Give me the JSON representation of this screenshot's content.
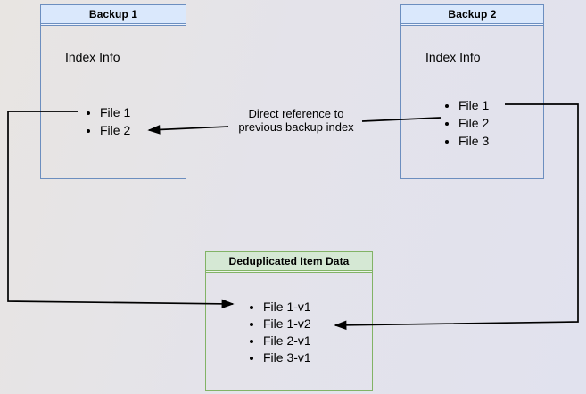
{
  "backup1": {
    "title": "Backup 1",
    "subtitle": "Index Info",
    "items": [
      "File 1",
      "File 2"
    ]
  },
  "backup2": {
    "title": "Backup 2",
    "subtitle": "Index Info",
    "items": [
      "File 1",
      "File 2",
      "File 3"
    ]
  },
  "dedup": {
    "title": "Deduplicated Item Data",
    "items": [
      "File 1-v1",
      "File 1-v2",
      "File 2-v1",
      "File 3-v1"
    ]
  },
  "annotation": {
    "line1": "Direct reference to",
    "line2": "previous backup index"
  },
  "edges": [
    {
      "name": "backup2-file2-to-backup1-file2",
      "label": "Direct reference to previous backup index"
    },
    {
      "name": "backup1-file1-to-dedup-file1-v1",
      "label": ""
    },
    {
      "name": "backup2-file1-to-dedup-file1-v2",
      "label": ""
    }
  ],
  "colors": {
    "blue_fill": "#dae8fc",
    "blue_border": "#6c8ebf",
    "green_fill": "#d5e8d4",
    "green_border": "#82b366",
    "arrow": "#000000"
  }
}
